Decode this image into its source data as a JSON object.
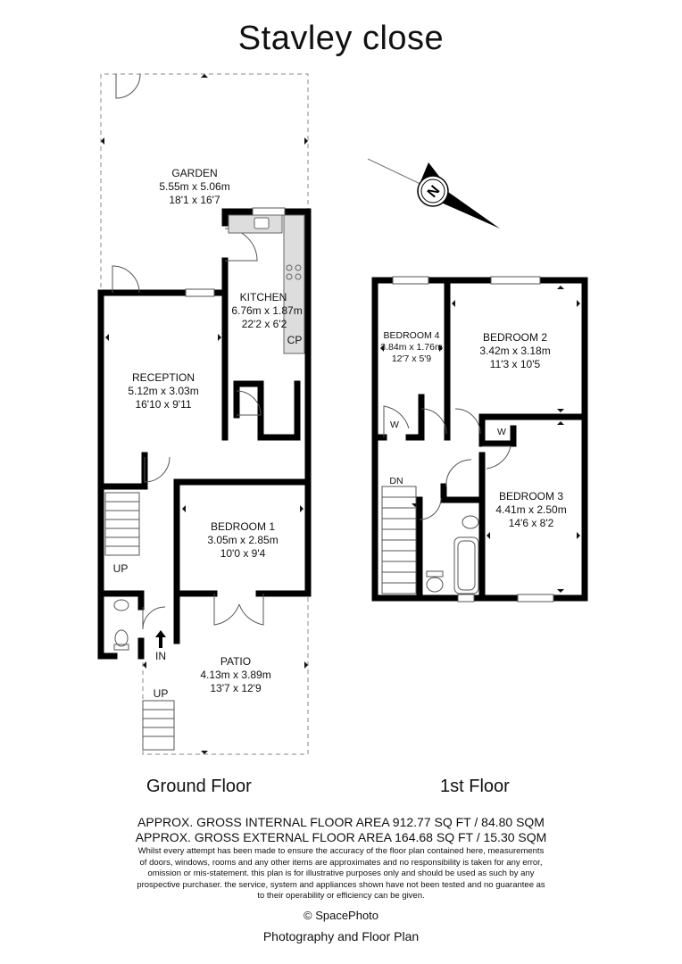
{
  "title": "Stavley close",
  "rooms": {
    "garden": {
      "name": "GARDEN",
      "metric": "5.55m x 5.06m",
      "imperial": "18'1 x 16'7"
    },
    "kitchen": {
      "name": "KITCHEN",
      "metric": "6.76m x 1.87m",
      "imperial": "22'2 x 6'2"
    },
    "reception": {
      "name": "RECEPTION",
      "metric": "5.12m x 3.03m",
      "imperial": "16'10 x 9'11"
    },
    "bedroom1": {
      "name": "BEDROOM 1",
      "metric": "3.05m x 2.85m",
      "imperial": "10'0 x 9'4"
    },
    "patio": {
      "name": "PATIO",
      "metric": "4.13m x 3.89m",
      "imperial": "13'7 x 12'9"
    },
    "bedroom2": {
      "name": "BEDROOM 2",
      "metric": "3.42m x 3.18m",
      "imperial": "11'3 x 10'5"
    },
    "bedroom3": {
      "name": "BEDROOM 3",
      "metric": "4.41m x 2.50m",
      "imperial": "14'6 x 8'2"
    },
    "bedroom4": {
      "name": "BEDROOM 4",
      "metric": "3.84m x 1.76m",
      "imperial": "12'7 x 5'9"
    }
  },
  "markers": {
    "cp": "CP",
    "up_stairs": "UP",
    "up_patio": "UP",
    "in": "IN",
    "dn": "DN",
    "w1": "W",
    "w2": "W",
    "compass": "N"
  },
  "floors": {
    "ground": "Ground Floor",
    "first": "1st Floor"
  },
  "area": {
    "internal": "APPROX. GROSS INTERNAL FLOOR AREA 912.77 SQ FT / 84.80 SQM",
    "external": "APPROX. GROSS EXTERNAL FLOOR AREA 164.68 SQ FT / 15.30 SQM"
  },
  "disclaimer": "Whilst every attempt has been made to ensure the accuracy of the floor plan contained here, measurements of doors, windows, rooms and any other items are approximates and no responsibility is taken for any error, omission or mis-statement. this plan is for illustrative purposes only and should be used as such by any prospective purchaser. the service, system and appliances shown have not been tested and no guarantee as to their operability or efficiency can be given.",
  "credit": {
    "copyright": "©",
    "brand": "SpacePhoto",
    "line2": "Photography and Floor Plan"
  }
}
